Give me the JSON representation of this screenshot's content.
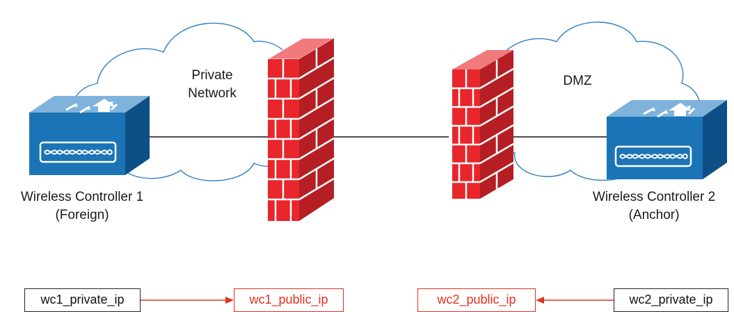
{
  "zones": {
    "private_network": "Private\nNetwork",
    "dmz": "DMZ"
  },
  "controllers": {
    "wc1": {
      "name": "Wireless Controller 1",
      "role": "(Foreign)"
    },
    "wc2": {
      "name": "Wireless Controller 2",
      "role": "(Anchor)"
    }
  },
  "addresses": {
    "wc1_private": "wc1_private_ip",
    "wc1_public": "wc1_public_ip",
    "wc2_public": "wc2_public_ip",
    "wc2_private": "wc2_private_ip"
  },
  "colors": {
    "firewall": "#e8262b",
    "controller": "#1b74b5",
    "nat_arrow": "#e0301e",
    "cloud_stroke": "#2f7fc1"
  }
}
